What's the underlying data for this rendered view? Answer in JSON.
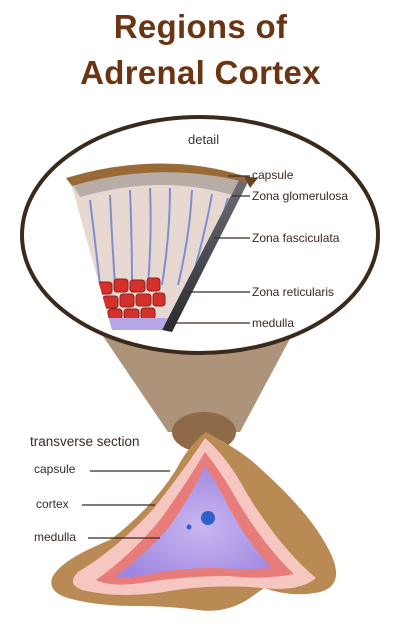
{
  "title": {
    "line1": "Regions of",
    "line2": "Adrenal Cortex"
  },
  "detail": {
    "heading": "detail",
    "labels": [
      "capsule",
      "Zona glomerulosa",
      "Zona fasciculata",
      "Zona reticularis",
      "medulla"
    ]
  },
  "section": {
    "heading": "transverse section",
    "labels": [
      "capsule",
      "cortex",
      "medulla"
    ]
  },
  "colors": {
    "title": "#6b3514",
    "capsule": "#9a6a36",
    "reticularis": "#d4312c",
    "fasciculata_lines": "#7f8fcf",
    "medulla": "#b7a6e6",
    "central_vein": "#2f5fc8"
  }
}
